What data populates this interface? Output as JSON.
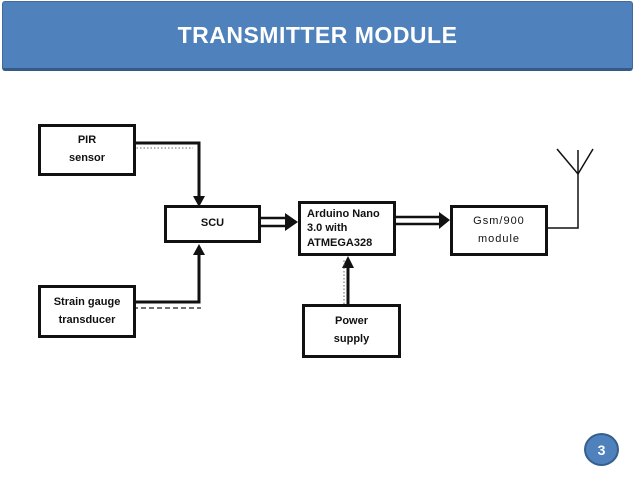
{
  "title": {
    "text": "TRANSMITTER MODULE"
  },
  "page_number": "3",
  "colors": {
    "accent_blue": "#4f81bd",
    "accent_blue_border": "#365a88",
    "line_black": "#111111",
    "background": "#ffffff"
  },
  "icons": {
    "antenna": "antenna-icon"
  },
  "diagram": {
    "nodes": [
      {
        "id": "pir",
        "label": "PIR\nsensor"
      },
      {
        "id": "scu",
        "label": "SCU"
      },
      {
        "id": "strain",
        "label": "Strain gauge\ntransducer"
      },
      {
        "id": "arduino",
        "label": "Arduino Nano\n3.0 with\nATMEGA328"
      },
      {
        "id": "power",
        "label": "Power\nsupply"
      },
      {
        "id": "gsm",
        "label": "Gsm/900\nmodule"
      }
    ],
    "connections": [
      {
        "from": "pir",
        "to": "scu",
        "style": "single-arrow"
      },
      {
        "from": "strain",
        "to": "scu",
        "style": "single-arrow"
      },
      {
        "from": "scu",
        "to": "arduino",
        "style": "double-line-arrow"
      },
      {
        "from": "power",
        "to": "arduino",
        "style": "single-arrow"
      },
      {
        "from": "arduino",
        "to": "gsm",
        "style": "double-line-arrow"
      },
      {
        "from": "gsm",
        "to": "antenna",
        "style": "plain-line"
      }
    ]
  }
}
